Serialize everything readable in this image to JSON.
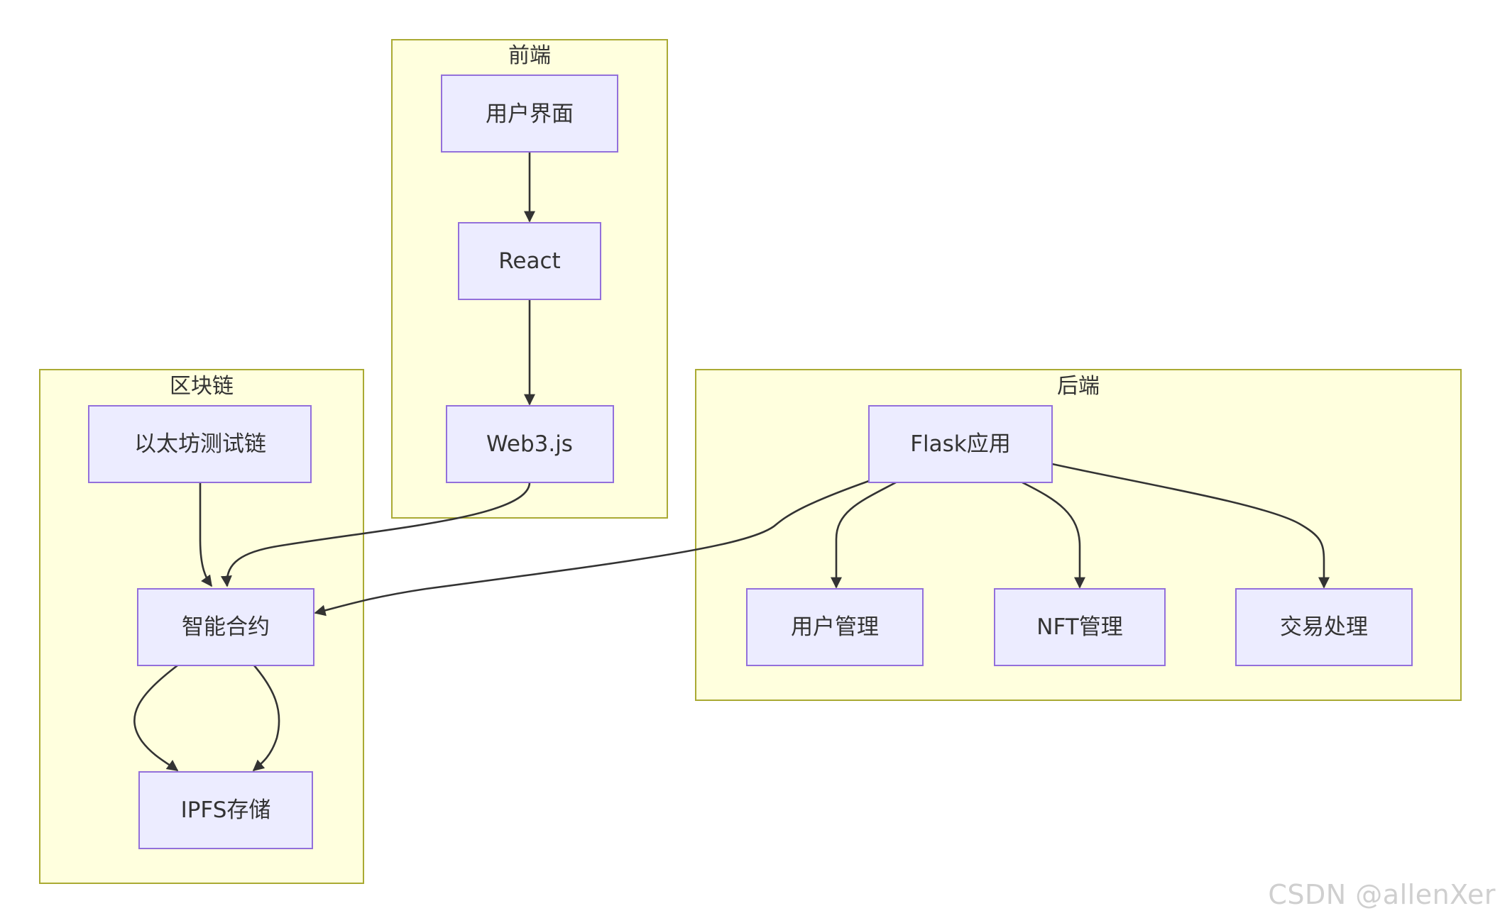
{
  "clusters": {
    "frontend": {
      "label": "前端"
    },
    "blockchain": {
      "label": "区块链"
    },
    "backend": {
      "label": "后端"
    }
  },
  "nodes": {
    "user_interface": "用户界面",
    "react": "React",
    "web3js": "Web3.js",
    "ethereum_testnet": "以太坊测试链",
    "smart_contract": "智能合约",
    "ipfs_storage": "IPFS存储",
    "flask_app": "Flask应用",
    "user_management": "用户管理",
    "nft_management": "NFT管理",
    "transaction_processing": "交易处理"
  },
  "edges": [
    {
      "from": "用户界面",
      "to": "React"
    },
    {
      "from": "React",
      "to": "Web3.js"
    },
    {
      "from": "Web3.js",
      "to": "智能合约"
    },
    {
      "from": "以太坊测试链",
      "to": "智能合约"
    },
    {
      "from": "智能合约",
      "to": "IPFS存储"
    },
    {
      "from": "智能合约",
      "to": "IPFS存储"
    },
    {
      "from": "Flask应用",
      "to": "智能合约"
    },
    {
      "from": "Flask应用",
      "to": "用户管理"
    },
    {
      "from": "Flask应用",
      "to": "NFT管理"
    },
    {
      "from": "Flask应用",
      "to": "交易处理"
    }
  ],
  "watermark": "CSDN @allenXer",
  "colors": {
    "cluster_fill": "#ffffde",
    "cluster_stroke": "#aaaa33",
    "node_fill": "#ececff",
    "node_stroke": "#9370db",
    "edge": "#333333"
  }
}
